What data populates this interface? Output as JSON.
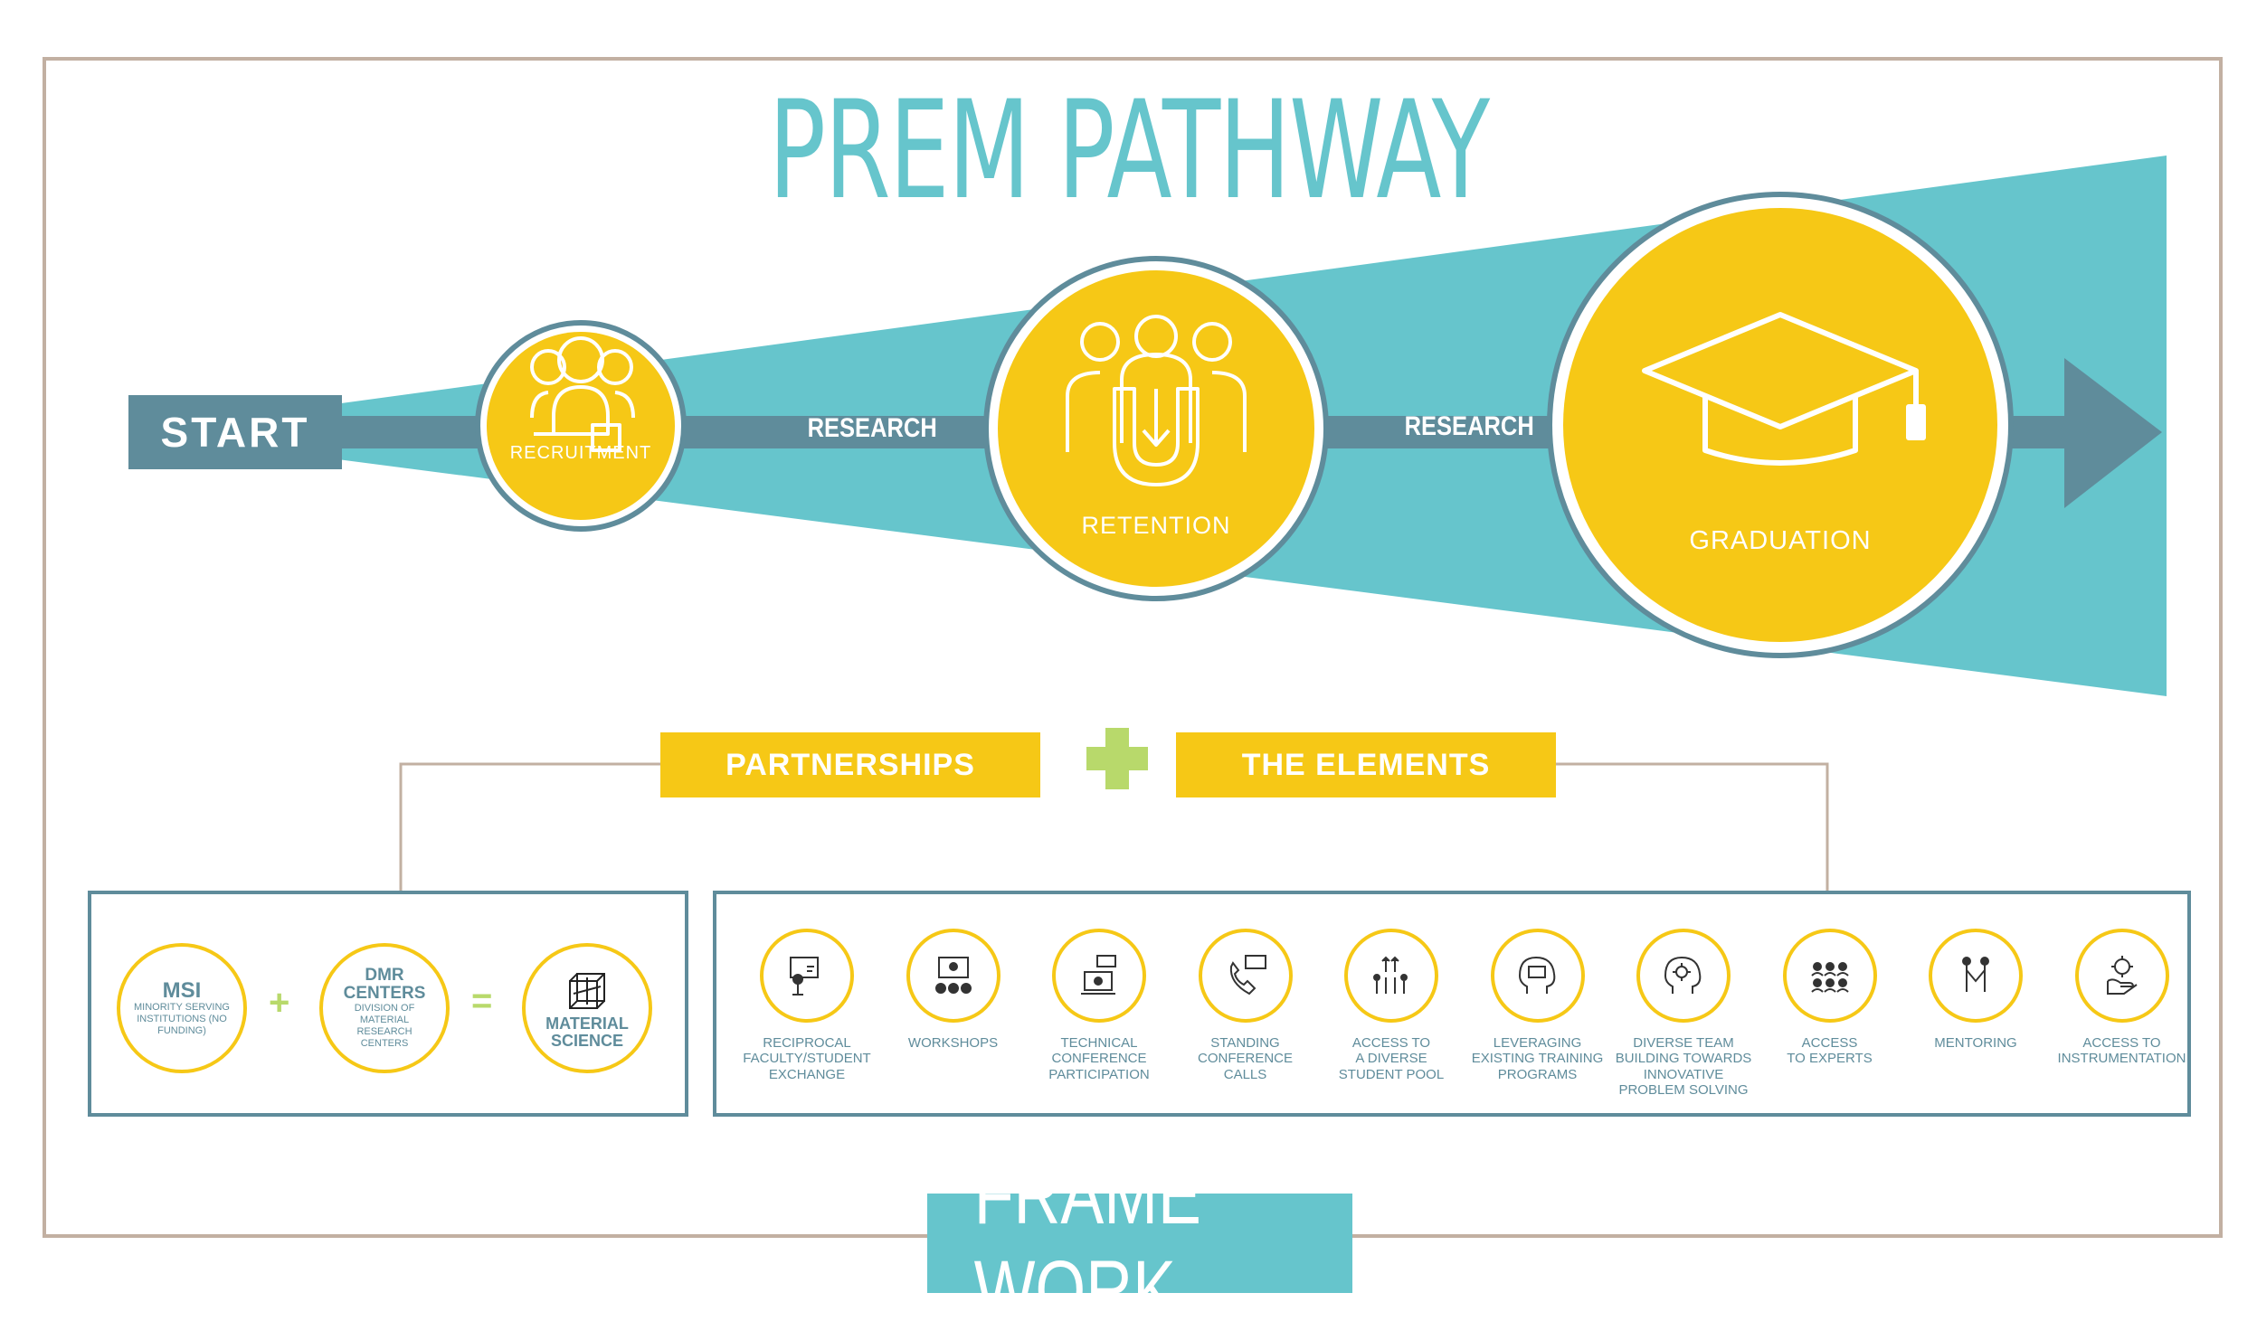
{
  "title": "PREM PATHWAY",
  "pathway": {
    "start": "START",
    "research_1": "RESEARCH",
    "research_2": "RESEARCH",
    "stages": [
      {
        "label": "RECRUITMENT",
        "icon": "recruitment-icon"
      },
      {
        "label": "RETENTION",
        "icon": "magnet-people-icon"
      },
      {
        "label": "GRADUATION",
        "icon": "graduation-cap-icon"
      }
    ]
  },
  "headers": {
    "partnerships": "PARTNERSHIPS",
    "elements": "THE ELEMENTS"
  },
  "partnership_panel": {
    "msi_title": "MSI",
    "msi_sub": "MINORITY SERVING INSTITUTIONS (NO FUNDING)",
    "plus": "+",
    "dmr_title": "DMR CENTERS",
    "dmr_sub": "DIVISION OF MATERIAL RESEARCH CENTERS",
    "equals": "=",
    "result": "MATERIAL SCIENCE"
  },
  "elements": [
    {
      "label": "RECIPROCAL\nFACULTY/STUDENT\nEXCHANGE",
      "icon": "presentation-icon"
    },
    {
      "label": "WORKSHOPS",
      "icon": "workshop-icon"
    },
    {
      "label": "TECHNICAL\nCONFERENCE\nPARTICIPATION",
      "icon": "laptop-chat-icon"
    },
    {
      "label": "STANDING\nCONFERENCE\nCALLS",
      "icon": "phone-chat-icon"
    },
    {
      "label": "ACCESS TO\nA DIVERSE\nSTUDENT POOL",
      "icon": "people-arrows-icon"
    },
    {
      "label": "LEVERAGING\nEXISTING TRAINING\nPROGRAMS",
      "icon": "head-book-icon"
    },
    {
      "label": "DIVERSE TEAM\nBUILDING TOWARDS\nINNOVATIVE\nPROBLEM SOLVING",
      "icon": "head-gear-icon"
    },
    {
      "label": "ACCESS\nTO EXPERTS",
      "icon": "group-icon"
    },
    {
      "label": "MENTORING",
      "icon": "mentoring-icon"
    },
    {
      "label": "ACCESS TO\nINSTRUMENTATION",
      "icon": "hand-gear-icon"
    }
  ],
  "footer": "FRAME WORK",
  "colors": {
    "teal": "#66c5cc",
    "slate": "#5f8c9b",
    "yellow": "#f6c816",
    "green": "#b8d96b",
    "frame": "#c2b0a2"
  }
}
